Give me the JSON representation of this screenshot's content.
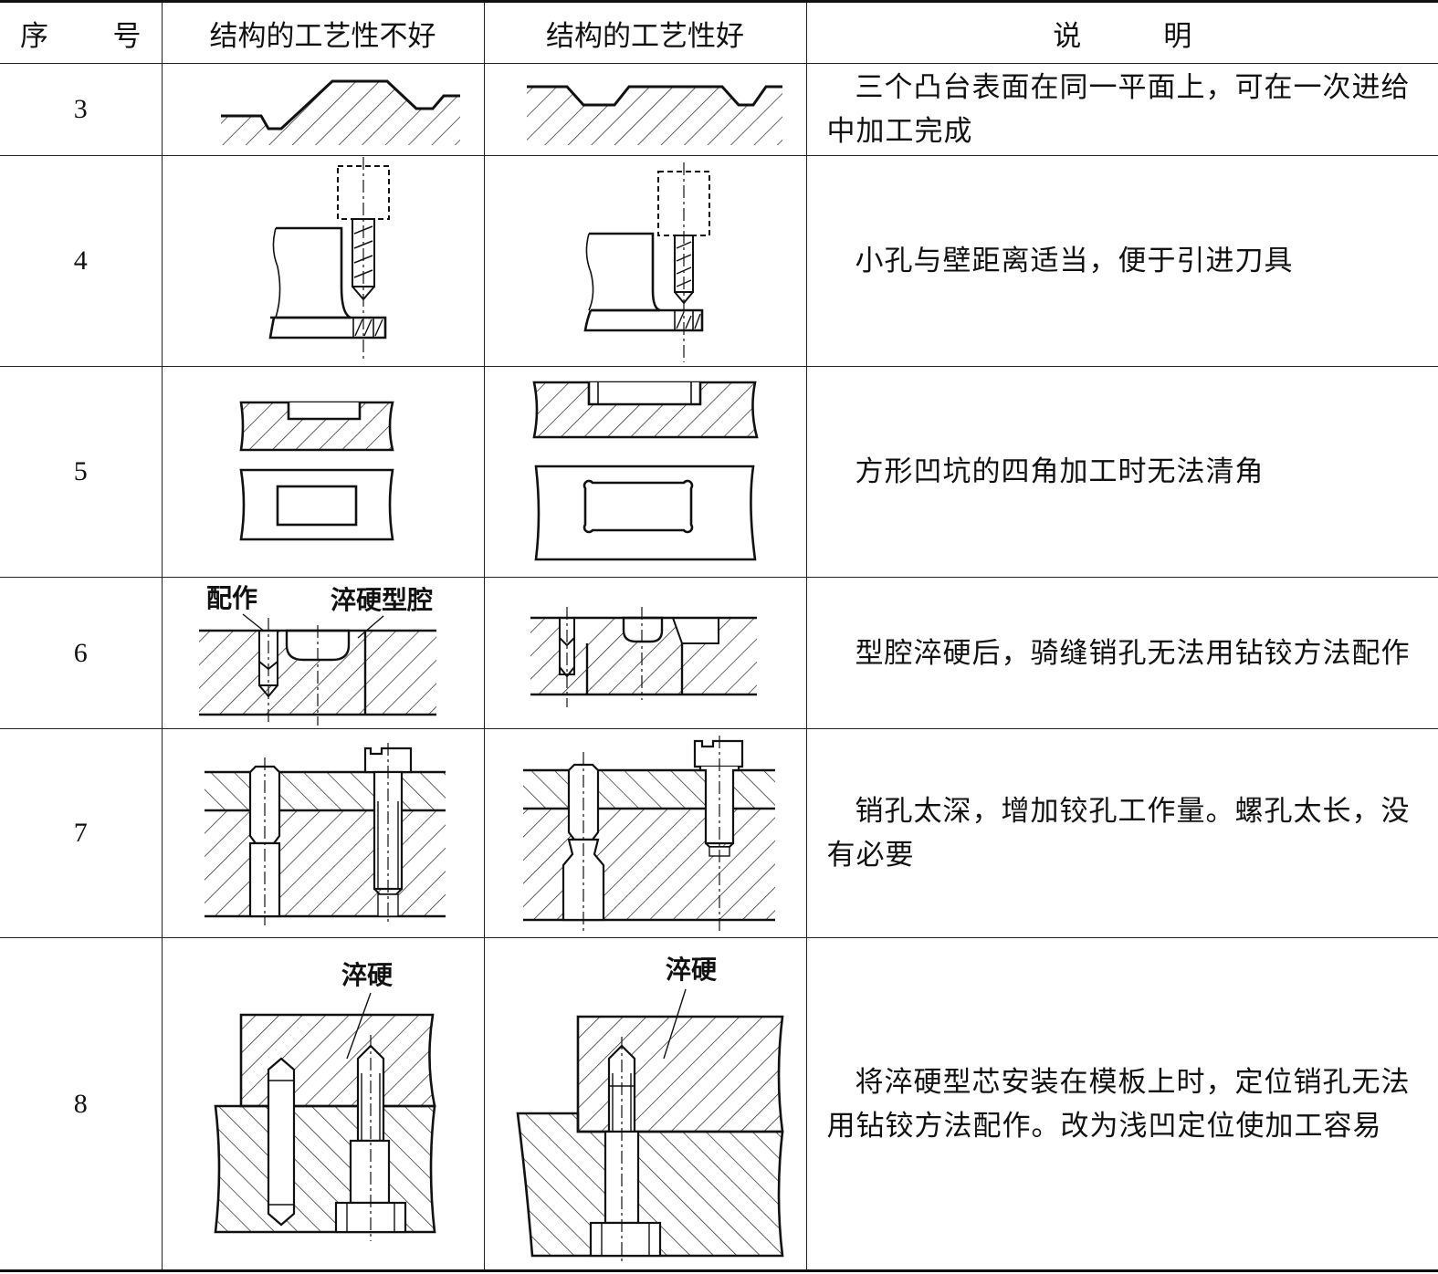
{
  "header": {
    "seq_label_1": "序",
    "seq_label_2": "号",
    "bad_label": "结构的工艺性不好",
    "good_label": "结构的工艺性好",
    "explain_label_1": "说",
    "explain_label_2": "明"
  },
  "rows": [
    {
      "no": "3",
      "explanation": "三个凸台表面在同一平面上，可在一次进给中加工完成"
    },
    {
      "no": "4",
      "explanation": "小孔与壁距离适当，便于引进刀具"
    },
    {
      "no": "5",
      "explanation": "方形凹坑的四角加工时无法清角"
    },
    {
      "no": "6",
      "explanation": "型腔淬硬后，骑缝销孔无法用钻铰方法配作",
      "bad_labels": {
        "fit": "配作",
        "cavity": "淬硬型腔"
      }
    },
    {
      "no": "7",
      "explanation": "销孔太深，增加铰孔工作量。螺孔太长，没有必要"
    },
    {
      "no": "8",
      "explanation": "将淬硬型芯安装在模板上时，定位销孔无法用钻铰方法配作。改为浅凹定位使加工容易",
      "bad_labels": {
        "hardened": "淬硬"
      },
      "good_labels": {
        "hardened": "淬硬"
      }
    }
  ]
}
